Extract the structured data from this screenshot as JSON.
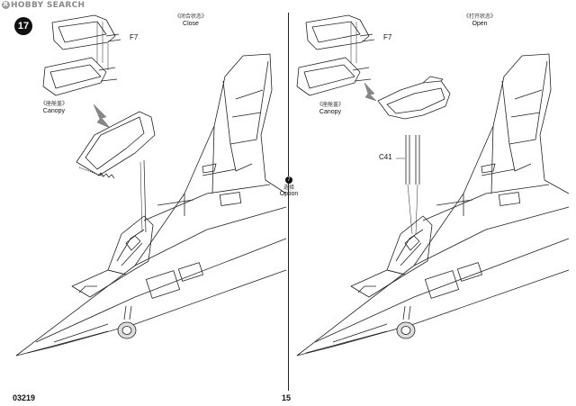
{
  "watermark": "HOBBY SEARCH",
  "step_number": "17",
  "left": {
    "state_cn": "《闭合状态》",
    "state_en": "Close",
    "part_f7": "F7",
    "canopy_cn": "《座舱盖》",
    "canopy_en": "Canopy"
  },
  "option": {
    "icon": "7",
    "cn": "选择",
    "en": "Option"
  },
  "right": {
    "state_cn": "《打开状态》",
    "state_en": "Open",
    "part_f7": "F7",
    "part_c41": "C41",
    "canopy_cn": "《座舱盖》",
    "canopy_en": "Canopy"
  },
  "footer": {
    "product_code": "03219",
    "page_number": "15"
  }
}
